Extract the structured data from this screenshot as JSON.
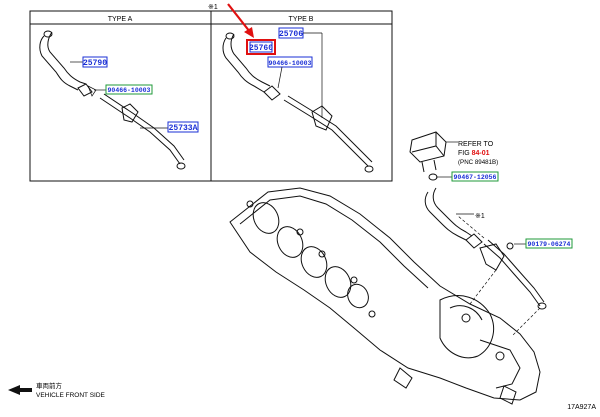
{
  "panel": {
    "note_mark": "※1",
    "type_a": "TYPE A",
    "type_b": "TYPE B"
  },
  "parts": {
    "a_hose": "25790",
    "a_bolt": "90466-10003",
    "a_pipe": "25733A",
    "b_sensor_hose": "25706",
    "b_highlight": "25760",
    "b_bolt": "90466-10003",
    "main_bolt1": "90467-12056",
    "main_bolt2": "90179-06274"
  },
  "refer": {
    "line1": "REFER TO",
    "line2_prefix": "FIG ",
    "line2_fig": "84-01",
    "line3": "(PNC 89481B)"
  },
  "main_note": "※1",
  "footer": {
    "jp": "車両前方",
    "en": "VEHICLE FRONT SIDE",
    "code": "17A927A"
  },
  "colors": {
    "highlight_red": "#e01010",
    "part_blue": "#1a2fd6",
    "bolt_green": "#1f9a3a"
  }
}
